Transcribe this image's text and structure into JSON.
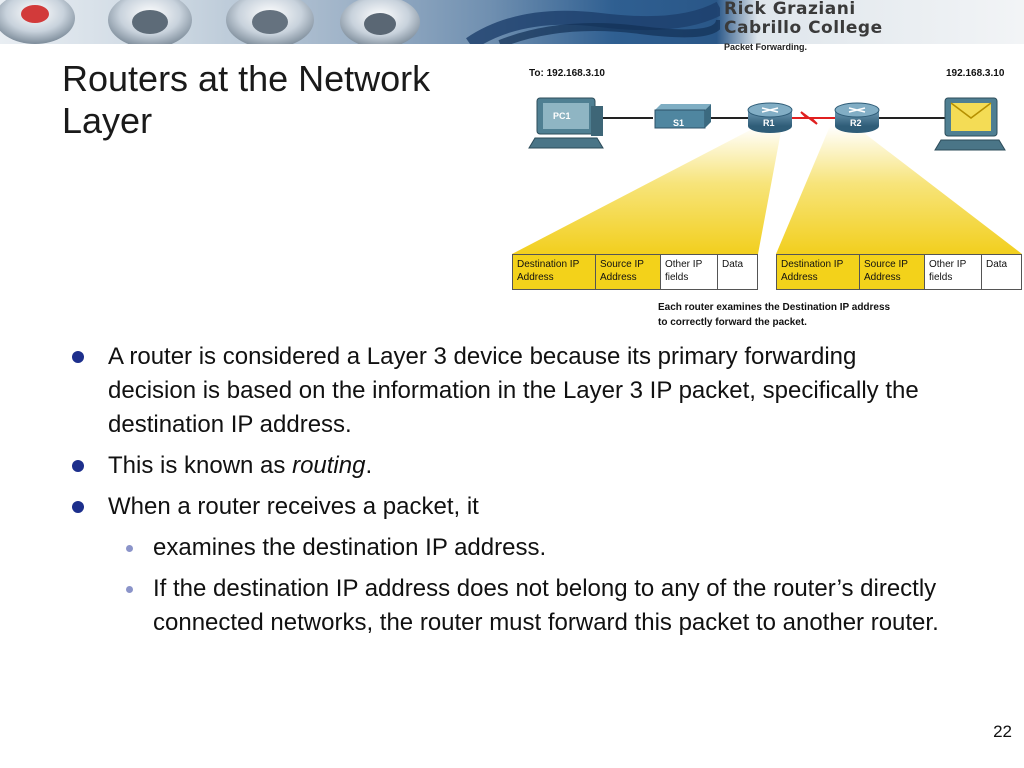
{
  "banner": {
    "line1": "Rick Graziani",
    "line2": "Cabrillo College"
  },
  "slide": {
    "title_line1": "Routers at the Network",
    "title_line2": "Layer",
    "page_number": "22"
  },
  "diagram": {
    "caption": "Packet Forwarding.",
    "to_label": "To: 192.168.3.10",
    "dest_label": "192.168.3.10",
    "devices": {
      "pc1": "PC1",
      "s1": "S1",
      "r1": "R1",
      "r2": "R2"
    },
    "packet_left": {
      "dest": "Destination IP Address",
      "source": "Source IP Address",
      "other": "Other IP fields",
      "data": "Data"
    },
    "packet_right": {
      "dest": "Destination IP Address",
      "source": "Source IP Address",
      "other": "Other IP fields",
      "data": "Data"
    },
    "note_line1": "Each router examines the Destination IP address",
    "note_line2": "to correctly forward the packet."
  },
  "bullets": {
    "b1": "A router is considered a Layer 3 device because its primary forwarding decision is based on the information in the Layer 3 IP packet, specifically the destination IP address.",
    "b2_prefix": "This is known as ",
    "b2_italic": "routing",
    "b2_suffix": ".",
    "b3": "When a router receives a packet, it",
    "b3_sub1": "examines the destination IP address.",
    "b3_sub2": "If the destination IP address does not belong to any of the router’s directly connected networks, the router must forward this packet to another router."
  },
  "colors": {
    "bullet": "#1d2f8c",
    "sub_bullet": "#8b94c9",
    "highlight": "#f3d21a",
    "router": "#3f6f8c"
  }
}
